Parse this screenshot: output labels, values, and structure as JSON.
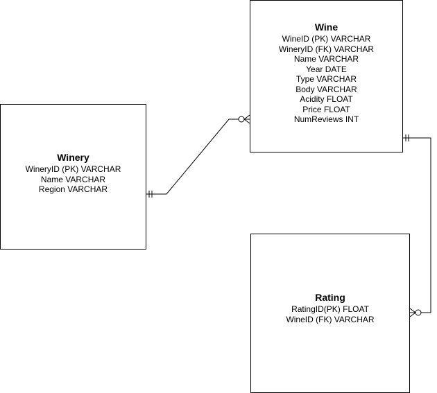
{
  "entities": {
    "wine": {
      "title": "Wine",
      "attributes": [
        "WineID (PK) VARCHAR",
        "WineryID (FK) VARCHAR",
        "Name VARCHAR",
        "Year DATE",
        "Type VARCHAR",
        "Body VARCHAR",
        "Acidity FLOAT",
        "Price FLOAT",
        "NumReviews INT"
      ]
    },
    "winery": {
      "title": "Winery",
      "attributes": [
        "WineryID (PK) VARCHAR",
        "Name VARCHAR",
        "Region VARCHAR"
      ]
    },
    "rating": {
      "title": "Rating",
      "attributes": [
        "RatingID(PK) FLOAT",
        "WineID (FK) VARCHAR"
      ]
    }
  },
  "relationships": [
    {
      "from": "winery",
      "to": "wine",
      "from_end": "one-and-only-one",
      "to_end": "zero-or-many"
    },
    {
      "from": "wine",
      "to": "rating",
      "from_end": "one-and-only-one",
      "to_end": "zero-or-many"
    }
  ],
  "colors": {
    "line": "#000000",
    "box_border": "#000000",
    "background": "#ffffff"
  }
}
